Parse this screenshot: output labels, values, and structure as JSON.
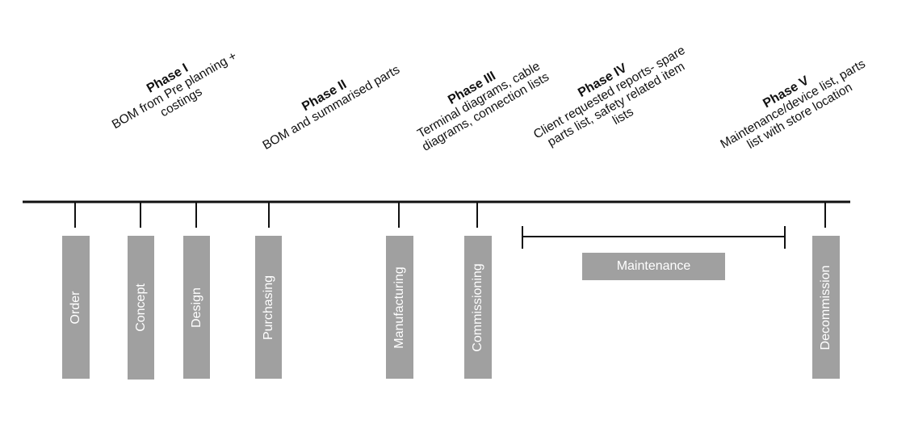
{
  "phases": [
    {
      "title": "Phase I",
      "lines": [
        "BOM from Pre planning +",
        "costings"
      ]
    },
    {
      "title": "Phase II",
      "lines": [
        "BOM and summarised parts"
      ]
    },
    {
      "title": "Phase III",
      "lines": [
        "Terminal diagrams, cable",
        "diagrams, connection lists"
      ]
    },
    {
      "title": "Phase IV",
      "lines": [
        "Client requested reports- spare",
        "parts list, safety related item",
        "lists"
      ]
    },
    {
      "title": "Phase V",
      "lines": [
        "Maintenance/device list, parts",
        "list with store location"
      ]
    }
  ],
  "stages": [
    "Order",
    "Concept",
    "Design",
    "Purchasing",
    "Manufacturing",
    "Commissioning",
    "Decommission"
  ],
  "maintenance_label": "Maintenance",
  "colors": {
    "bar": "#a0a0a0",
    "line": "#111111",
    "text_on_bar": "#ffffff"
  }
}
